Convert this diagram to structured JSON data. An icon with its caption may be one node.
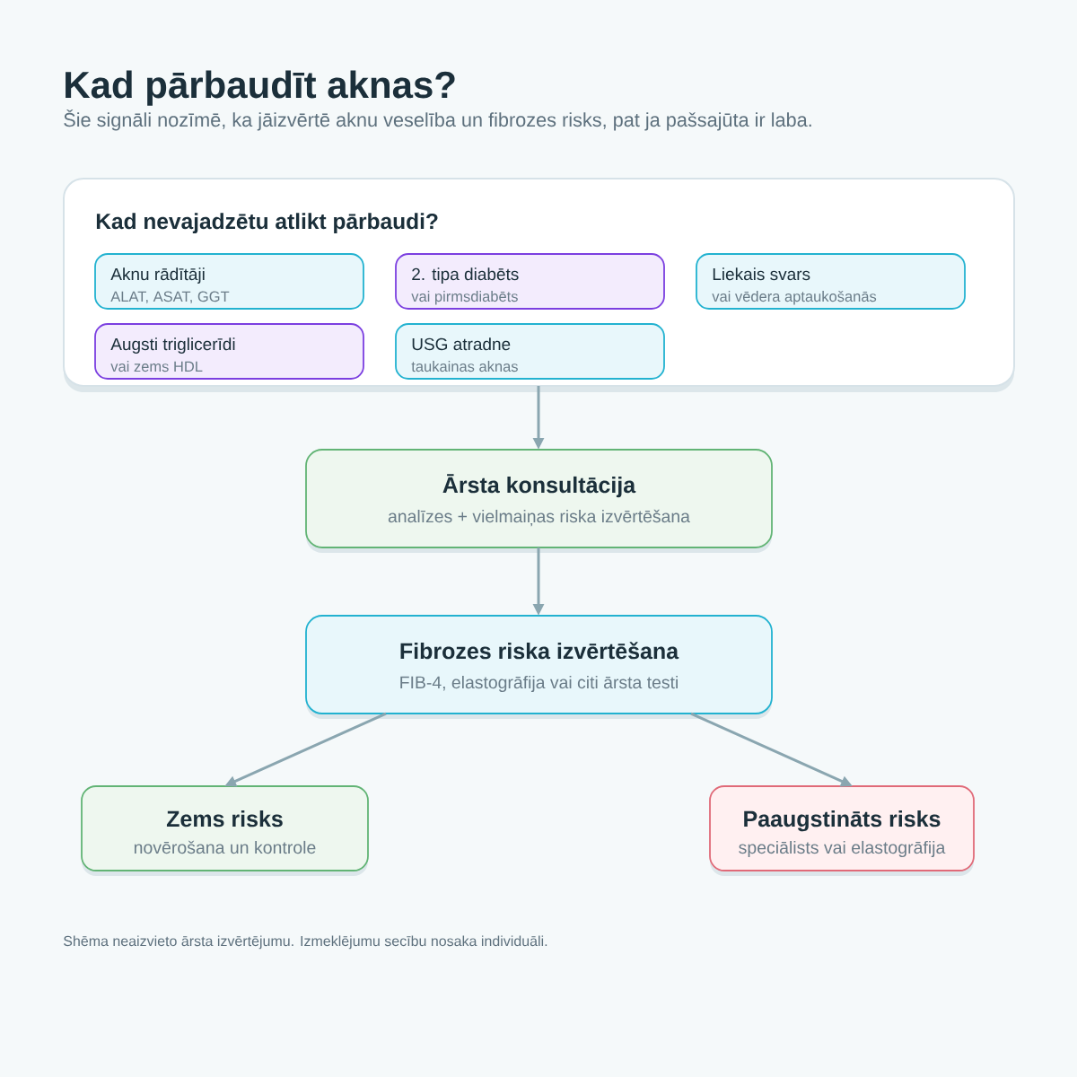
{
  "diagram": {
    "title": "Kad pārbaudīt aknas?",
    "caption": "Shēma neaizvieto ārsta izvērtējumu. Izmeklējumu secību nosaka individuāli.",
    "nodes": [
      {
        "text": [
          "Kad nevajadzētu atlikt pārbaudi?"
        ]
      },
      {
        "text": [
          "Aknu rādītāji",
          "ALAT, ASAT, GGT"
        ],
        "in": 0
      },
      {
        "text": [
          "2. tipa diabēts",
          "vai pirmsdiabēts"
        ],
        "in": 0
      },
      {
        "text": [
          "Liekais svars",
          "vai vēdera aptaukošanās"
        ],
        "in": 0
      },
      {
        "text": [
          "Augsti triglicerīdi",
          "vai zems HDL"
        ],
        "in": 0
      },
      {
        "text": [
          "USG atradne",
          "taukainas aknas"
        ],
        "in": 0
      },
      {
        "text": [
          "Ārsta konsultācija",
          "analīzes + vielmaiņas riska izvērtēšana"
        ]
      },
      {
        "text": [
          "Fibrozes riska izvērtēšana",
          "FIB-4, elastogrāfija vai citi ārsta testi"
        ]
      },
      {
        "text": [
          "Zems risks",
          "novērošana un kontrole"
        ]
      },
      {
        "text": [
          "Paaugstināts risks",
          "speciālists vai elastogrāfija"
        ]
      }
    ],
    "edges": [
      {
        "from": 0,
        "to": 6,
        "arrow": "to"
      },
      {
        "from": 6,
        "to": 7,
        "arrow": "to"
      },
      {
        "from": 7,
        "to": 8,
        "arrow": "to"
      },
      {
        "from": 7,
        "to": 9,
        "arrow": "to"
      }
    ],
    "labels": [
      "Šie signāli nozīmē, ka jāizvērtē aknu veselība un fibrozes risks, pat ja pašsajūta ir laba."
    ]
  }
}
